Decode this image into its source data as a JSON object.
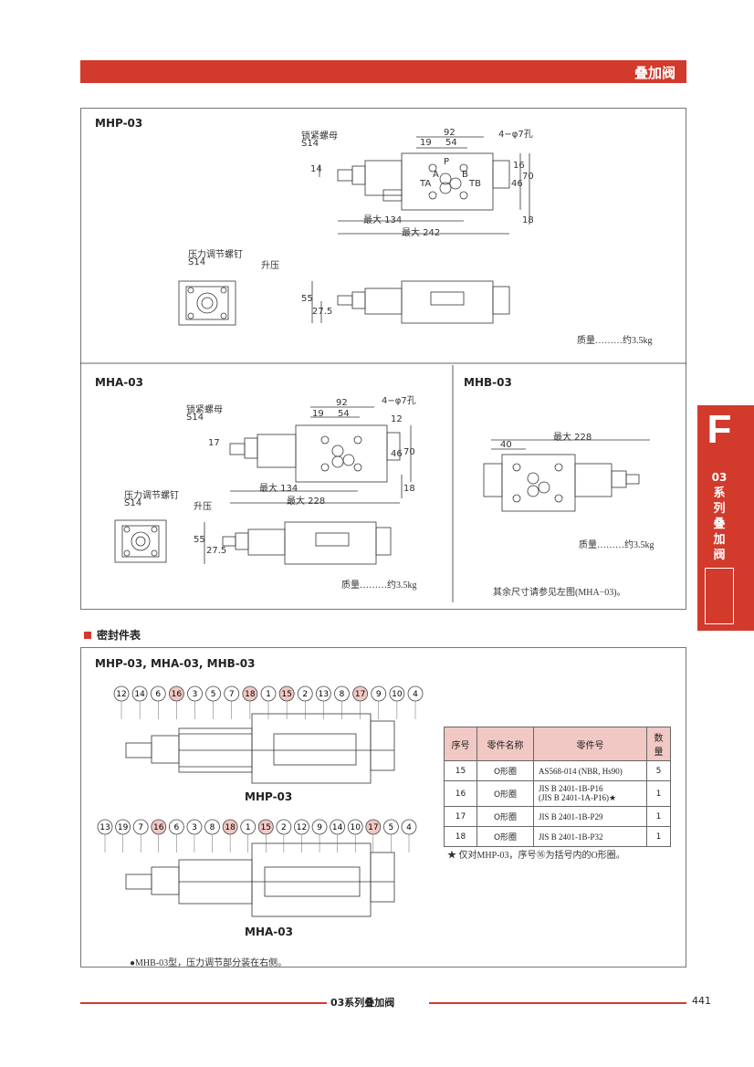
{
  "header": {
    "title": "叠加阀"
  },
  "side_tab": {
    "letter": "F",
    "series_num": "03",
    "series_vertical": "系列叠加阀"
  },
  "sections": {
    "mhp": {
      "model": "MHP-03",
      "lock_nut": "锁紧螺母",
      "lock_nut_size": "S14",
      "adjust_screw": "压力调节螺钉",
      "adjust_size": "S14",
      "raise": "升压",
      "mass": "质量………约3.5kg",
      "dims": {
        "d92": "92",
        "d19": "19",
        "d54": "54",
        "d14": "14",
        "d16": "16",
        "d46": "46",
        "d70": "70",
        "d18": "18",
        "max134": "最大 134",
        "max242": "最大 242",
        "d55": "55",
        "d275": "27.5",
        "holes": "4−φ7孔"
      },
      "ports": {
        "p": "P",
        "a": "A",
        "b": "B",
        "ta": "TA",
        "tb": "TB"
      }
    },
    "mha": {
      "model": "MHA-03",
      "lock_nut": "锁紧螺母",
      "lock_nut_size": "S14",
      "adjust_screw": "压力调节螺钉",
      "adjust_size": "S14",
      "raise": "升压",
      "mass": "质量………约3.5kg",
      "dims": {
        "d92": "92",
        "d19": "19",
        "d54": "54",
        "d17": "17",
        "d12": "12",
        "d46": "46",
        "d70": "70",
        "d18": "18",
        "max134": "最大 134",
        "max228": "最大 228",
        "d55": "55",
        "d275": "27.5",
        "holes": "4−φ7孔"
      }
    },
    "mhb": {
      "model": "MHB-03",
      "max228": "最大 228",
      "d40": "40",
      "mass": "质量………约3.5kg",
      "note": "其余尺寸请参见左图(MHA−03)。"
    }
  },
  "seal": {
    "section_title": "密封件表",
    "models": "MHP-03, MHA-03, MHB-03",
    "mhp_caption": "MHP-03",
    "mha_caption": "MHA-03",
    "mhp_callouts": [
      "12",
      "14",
      "6",
      "16",
      "3",
      "5",
      "7",
      "18",
      "1",
      "15",
      "2",
      "13",
      "8",
      "17",
      "9",
      "10",
      "4"
    ],
    "mha_callouts": [
      "13",
      "19",
      "7",
      "16",
      "6",
      "3",
      "8",
      "18",
      "1",
      "15",
      "2",
      "12",
      "9",
      "14",
      "10",
      "17",
      "5",
      "4"
    ],
    "highlight": [
      "16",
      "18",
      "15",
      "17"
    ],
    "table": {
      "headers": [
        "序号",
        "零件名称",
        "零件号",
        "数量"
      ],
      "rows": [
        {
          "no": "15",
          "name": "O形圈",
          "pn": "AS568-014 (NBR, Hs90)",
          "qty": "5"
        },
        {
          "no": "16",
          "name": "O形圈",
          "pn": "JIS B 2401-1B-P16\n(JIS B 2401-1A-P16)★",
          "qty": "1"
        },
        {
          "no": "17",
          "name": "O形圈",
          "pn": "JIS B 2401-1B-P29",
          "qty": "1"
        },
        {
          "no": "18",
          "name": "O形圈",
          "pn": "JIS B 2401-1B-P32",
          "qty": "1"
        }
      ]
    },
    "star_note": "★ 仅对MHP-03，序号⑯为括号内的O形圈。",
    "mhb_note": "●MHB-03型，压力调节部分装在右侧。"
  },
  "footer": {
    "text": "03系列叠加阀",
    "page": "441"
  },
  "colors": {
    "accent": "#d23a2c",
    "table_header": "#f1c8c3"
  }
}
